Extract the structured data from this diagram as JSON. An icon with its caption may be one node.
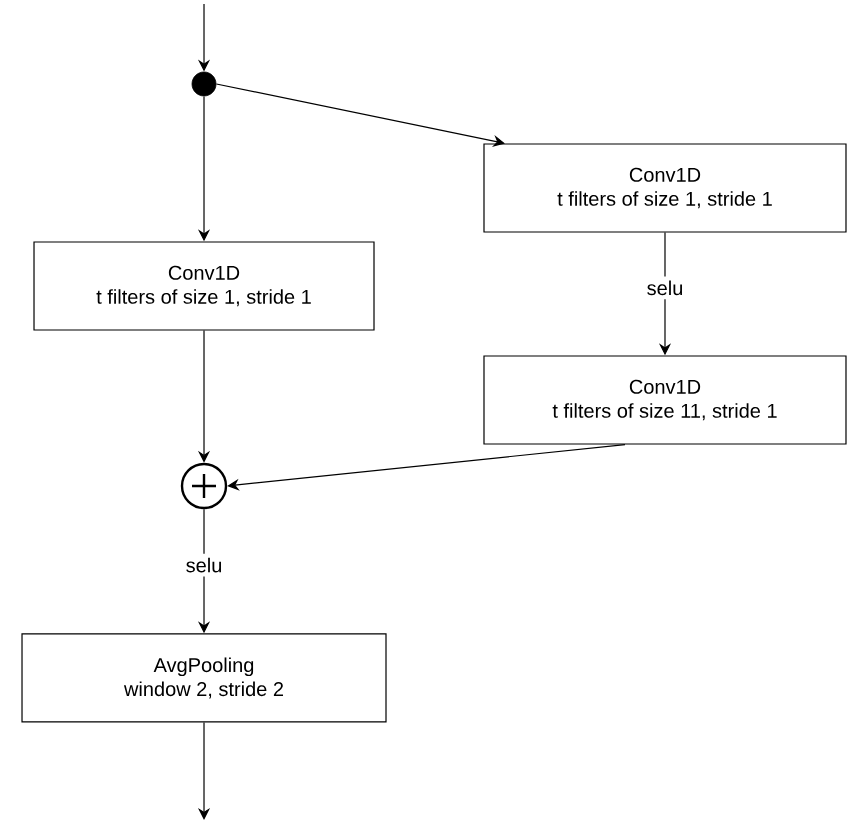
{
  "diagram": {
    "nodes": [
      {
        "text": [],
        "shape": "circle"
      },
      {
        "text": [
          "Conv1D",
          "t filters of size 1, stride 1"
        ]
      },
      {
        "text": [
          "Conv1D",
          "t filters of size 1, stride 1"
        ]
      },
      {
        "text": [
          "Conv1D",
          "t filters of size 11, stride 1"
        ]
      },
      {
        "text": [],
        "shape": "circle"
      },
      {
        "text": [
          "AvgPooling",
          "window 2, stride 2"
        ]
      }
    ],
    "edges": [
      {
        "from": null,
        "to": 0,
        "arrow": "to"
      },
      {
        "from": 0,
        "to": 1,
        "arrow": "to"
      },
      {
        "from": 0,
        "to": 2,
        "arrow": "to"
      },
      {
        "from": 1,
        "to": 3,
        "arrow": "to",
        "label": "selu"
      },
      {
        "from": 2,
        "to": 4,
        "arrow": "to"
      },
      {
        "from": 3,
        "to": 4,
        "arrow": "to"
      },
      {
        "from": 4,
        "to": 5,
        "arrow": "to",
        "label": "selu"
      },
      {
        "from": 5,
        "to": null,
        "arrow": "to"
      }
    ]
  }
}
